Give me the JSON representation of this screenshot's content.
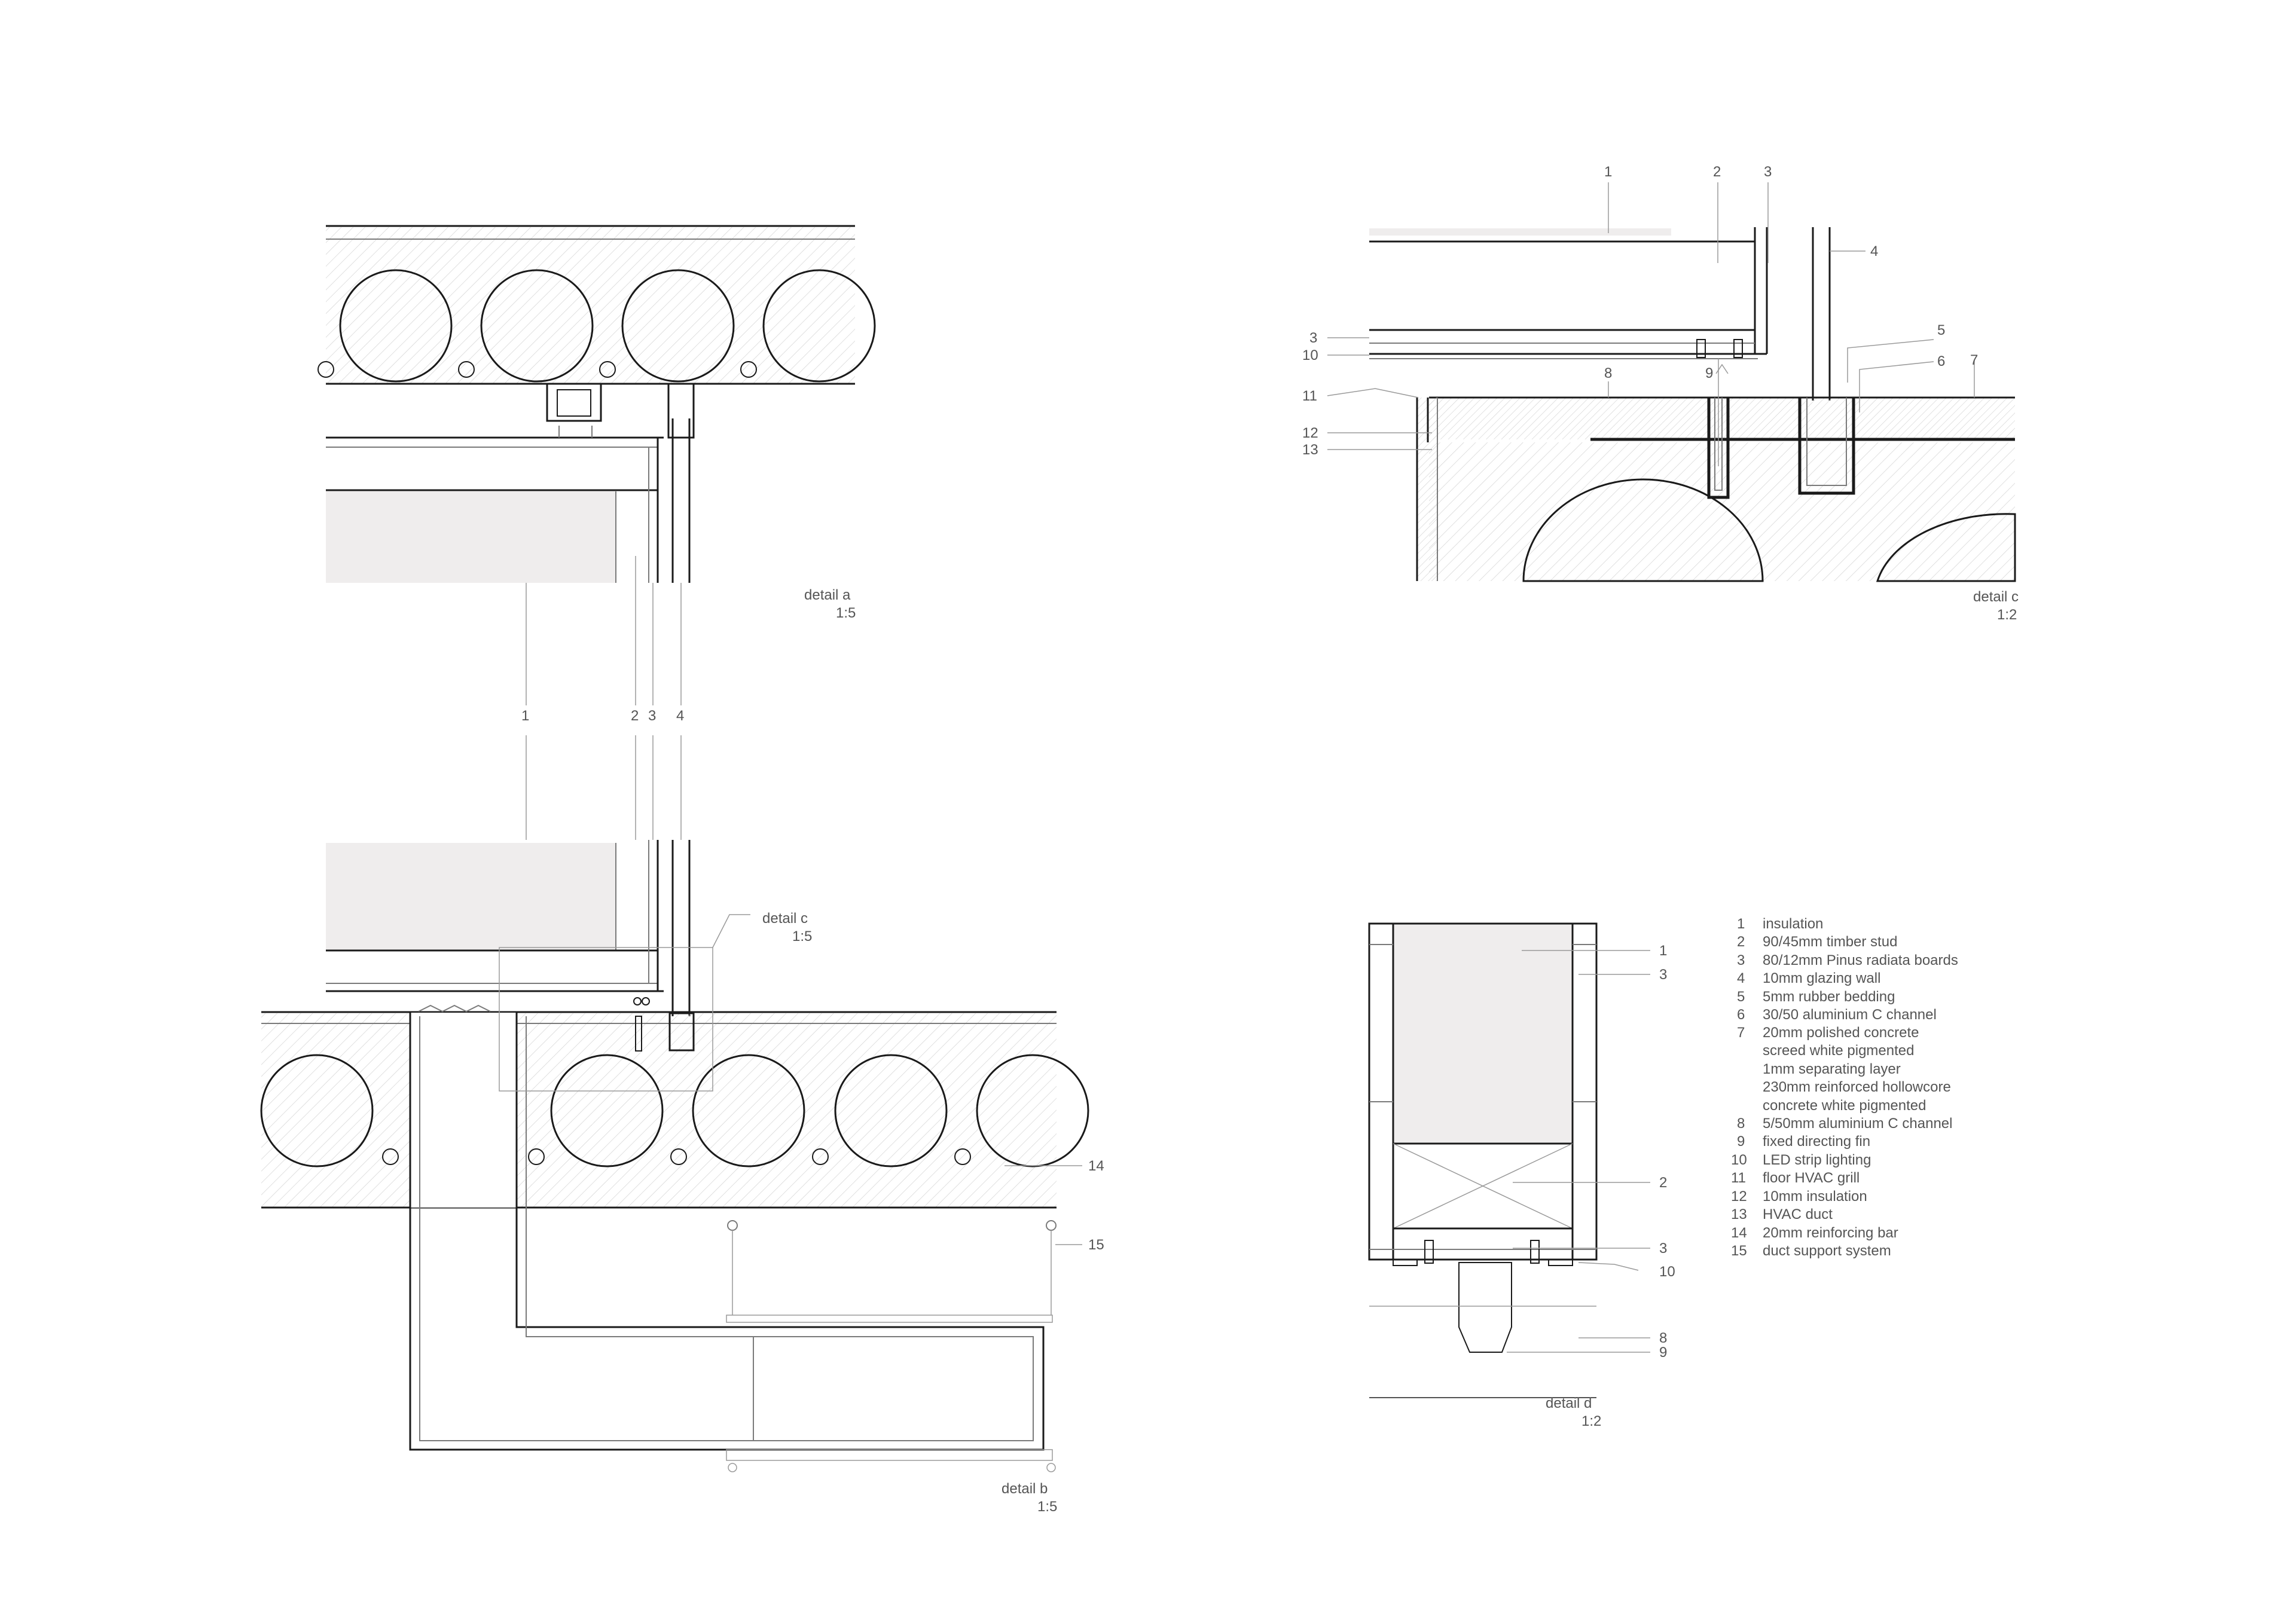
{
  "drawing_sheet": {
    "detail_a": {
      "title": "detail a",
      "scale": "1:5",
      "callouts": [
        "1",
        "2",
        "3",
        "4"
      ]
    },
    "detail_b": {
      "title": "detail b",
      "scale": "1:5",
      "callouts": [
        "14",
        "15"
      ],
      "reference_title": "detail c",
      "reference_scale": "1:5"
    },
    "detail_c": {
      "title": "detail c",
      "scale": "1:2",
      "callouts": [
        "1",
        "2",
        "3",
        "4",
        "3",
        "10",
        "9",
        "5",
        "6",
        "7",
        "8",
        "11",
        "12",
        "13"
      ]
    },
    "detail_d": {
      "title": "detail d",
      "scale": "1:2",
      "callouts": [
        "1",
        "3",
        "2",
        "3",
        "10",
        "8",
        "9"
      ]
    },
    "legend": [
      {
        "num": "1",
        "text": [
          "insulation"
        ]
      },
      {
        "num": "2",
        "text": [
          "90/45mm timber stud"
        ]
      },
      {
        "num": "3",
        "text": [
          "80/12mm Pinus radiata boards"
        ]
      },
      {
        "num": "4",
        "text": [
          "10mm glazing wall"
        ]
      },
      {
        "num": "5",
        "text": [
          "5mm rubber bedding"
        ]
      },
      {
        "num": "6",
        "text": [
          "30/50 aluminium C channel"
        ]
      },
      {
        "num": "7",
        "text": [
          "20mm polished concrete",
          "screed white pigmented",
          "1mm separating layer",
          "230mm reinforced hollowcore",
          "concrete white pigmented"
        ]
      },
      {
        "num": "8",
        "text": [
          "5/50mm aluminium C channel"
        ]
      },
      {
        "num": "9",
        "text": [
          "fixed directing fin"
        ]
      },
      {
        "num": "10",
        "text": [
          "LED strip lighting"
        ]
      },
      {
        "num": "11",
        "text": [
          "floor HVAC grill"
        ]
      },
      {
        "num": "12",
        "text": [
          "10mm insulation"
        ]
      },
      {
        "num": "13",
        "text": [
          "HVAC duct"
        ]
      },
      {
        "num": "14",
        "text": [
          "20mm reinforcing bar"
        ]
      },
      {
        "num": "15",
        "text": [
          "duct support system"
        ]
      }
    ]
  }
}
